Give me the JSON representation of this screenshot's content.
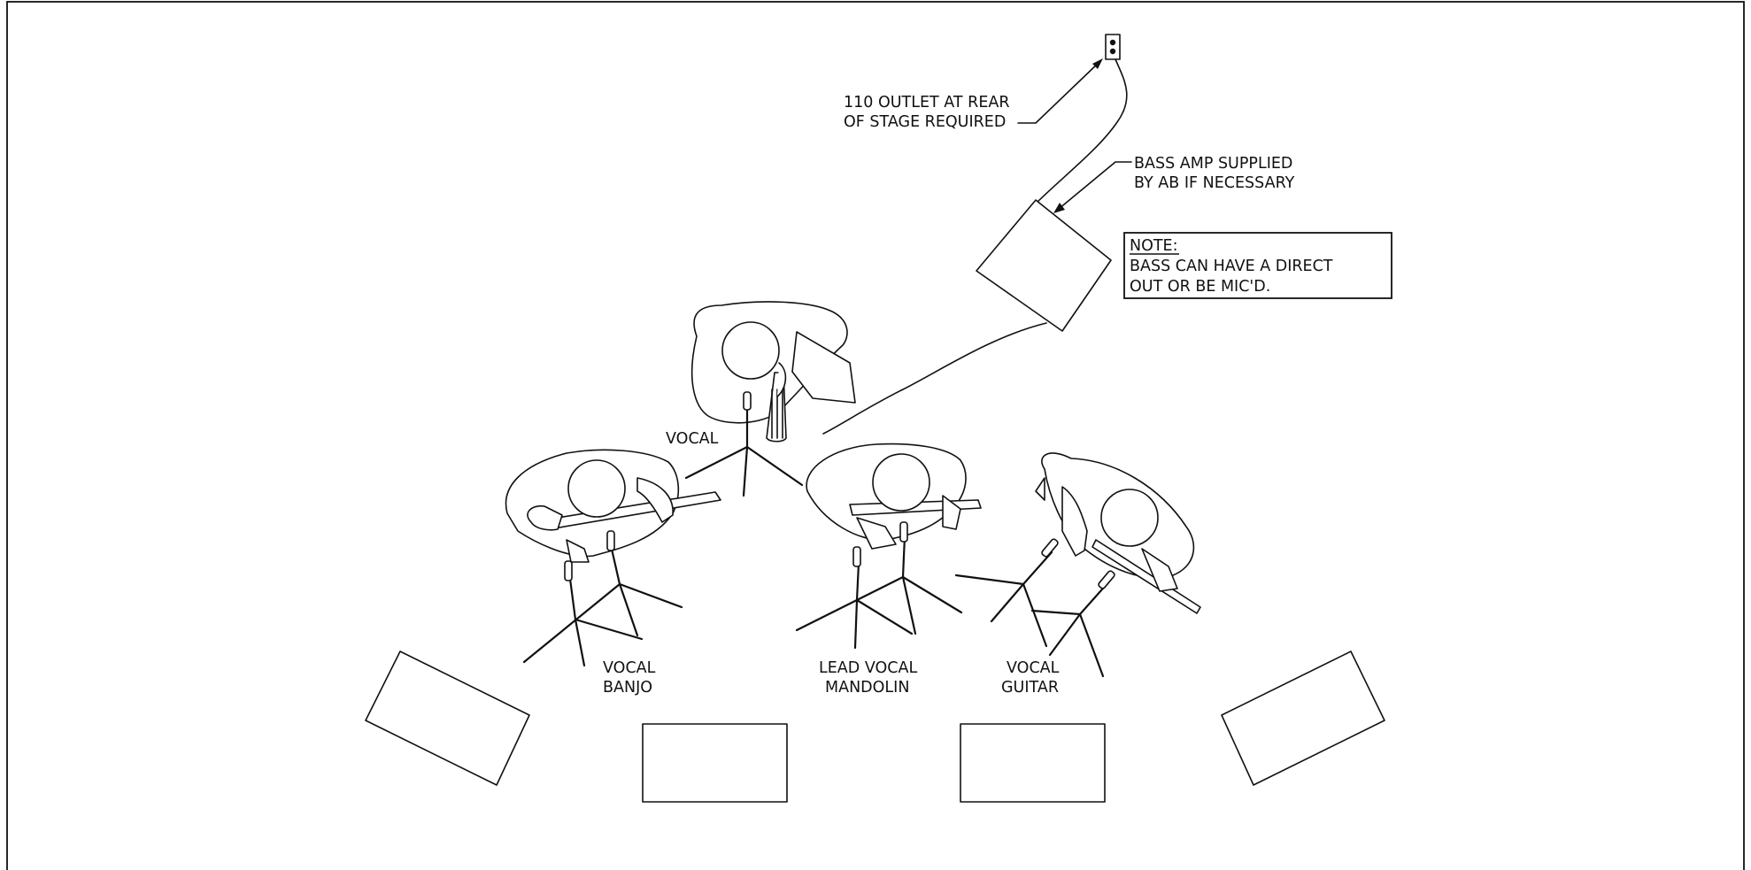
{
  "labels": {
    "outlet_line1": "110 OUTLET AT REAR",
    "outlet_line2": "OF STAGE REQUIRED",
    "amp_line1": "BASS AMP SUPPLIED",
    "amp_line2": "BY AB IF NECESSARY",
    "note_heading": "NOTE:",
    "note_line1": "BASS CAN HAVE A DIRECT",
    "note_line2": "OUT OR BE MIC'D.",
    "bass_vocal": "VOCAL",
    "banjo_line1": "VOCAL",
    "banjo_line2": "BANJO",
    "mandolin_line1": "LEAD VOCAL",
    "mandolin_line2": "MANDOLIN",
    "guitar_line1": "VOCAL",
    "guitar_line2": "GUITAR"
  },
  "colors": {
    "ink": "#111111",
    "background": "#ffffff"
  },
  "icons": [
    "power-outlet-icon",
    "bass-amp-icon",
    "monitor-wedge-icon",
    "mic-stand-icon",
    "musician-icon"
  ]
}
